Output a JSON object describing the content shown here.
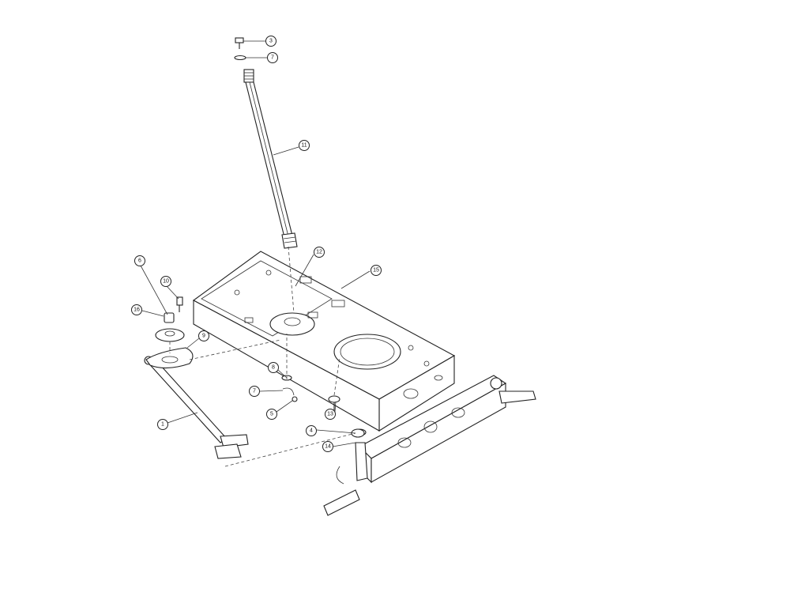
{
  "diagram": {
    "callouts": [
      {
        "id": "c-3",
        "label": "3"
      },
      {
        "id": "c-7a",
        "label": "7"
      },
      {
        "id": "c-11",
        "label": "11"
      },
      {
        "id": "c-12",
        "label": "12"
      },
      {
        "id": "c-15",
        "label": "15"
      },
      {
        "id": "c-6",
        "label": "6"
      },
      {
        "id": "c-10",
        "label": "10"
      },
      {
        "id": "c-16",
        "label": "16"
      },
      {
        "id": "c-9",
        "label": "9"
      },
      {
        "id": "c-8",
        "label": "8"
      },
      {
        "id": "c-7b",
        "label": "7"
      },
      {
        "id": "c-5",
        "label": "5"
      },
      {
        "id": "c-13",
        "label": "13"
      },
      {
        "id": "c-4",
        "label": "4"
      },
      {
        "id": "c-14",
        "label": "14"
      },
      {
        "id": "c-1",
        "label": "1"
      }
    ]
  }
}
